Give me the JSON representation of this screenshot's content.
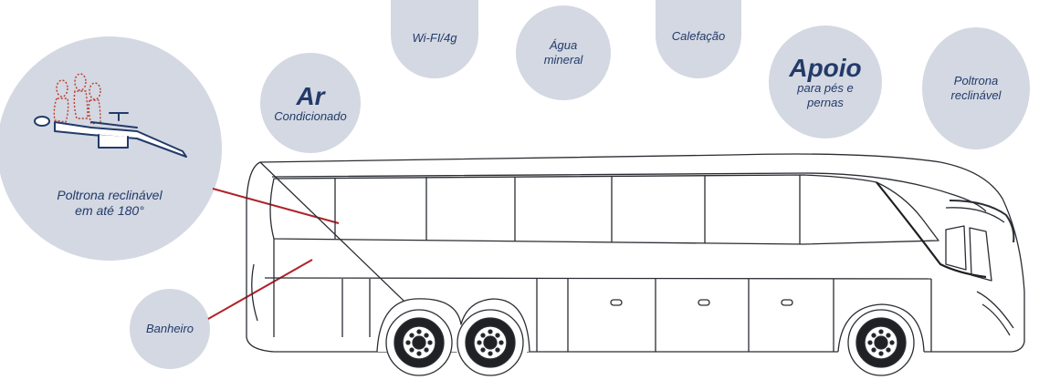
{
  "features": {
    "recliner_180": {
      "line1": "Poltrona reclinável",
      "line2": "em até 180°"
    },
    "ar": {
      "title": "Ar",
      "subtitle": "Condicionado"
    },
    "wifi": {
      "label": "Wi-FI/4g"
    },
    "agua": {
      "line1": "Água",
      "line2": "mineral"
    },
    "calefacao": {
      "label": "Calefação"
    },
    "apoio": {
      "title": "Apoio",
      "line1": "para pés e",
      "line2": "pernas"
    },
    "poltrona": {
      "line1": "Poltrona",
      "line2": "reclinável"
    },
    "banheiro": {
      "label": "Banheiro"
    }
  },
  "colors": {
    "bubble": "#d3d8e2",
    "text": "#233a6a",
    "pointer": "#b0222a",
    "outline": "#2a2d33",
    "icon_dotted": "#c0392b"
  },
  "icons": [
    "reclining-seat-icon",
    "bus-illustration"
  ]
}
